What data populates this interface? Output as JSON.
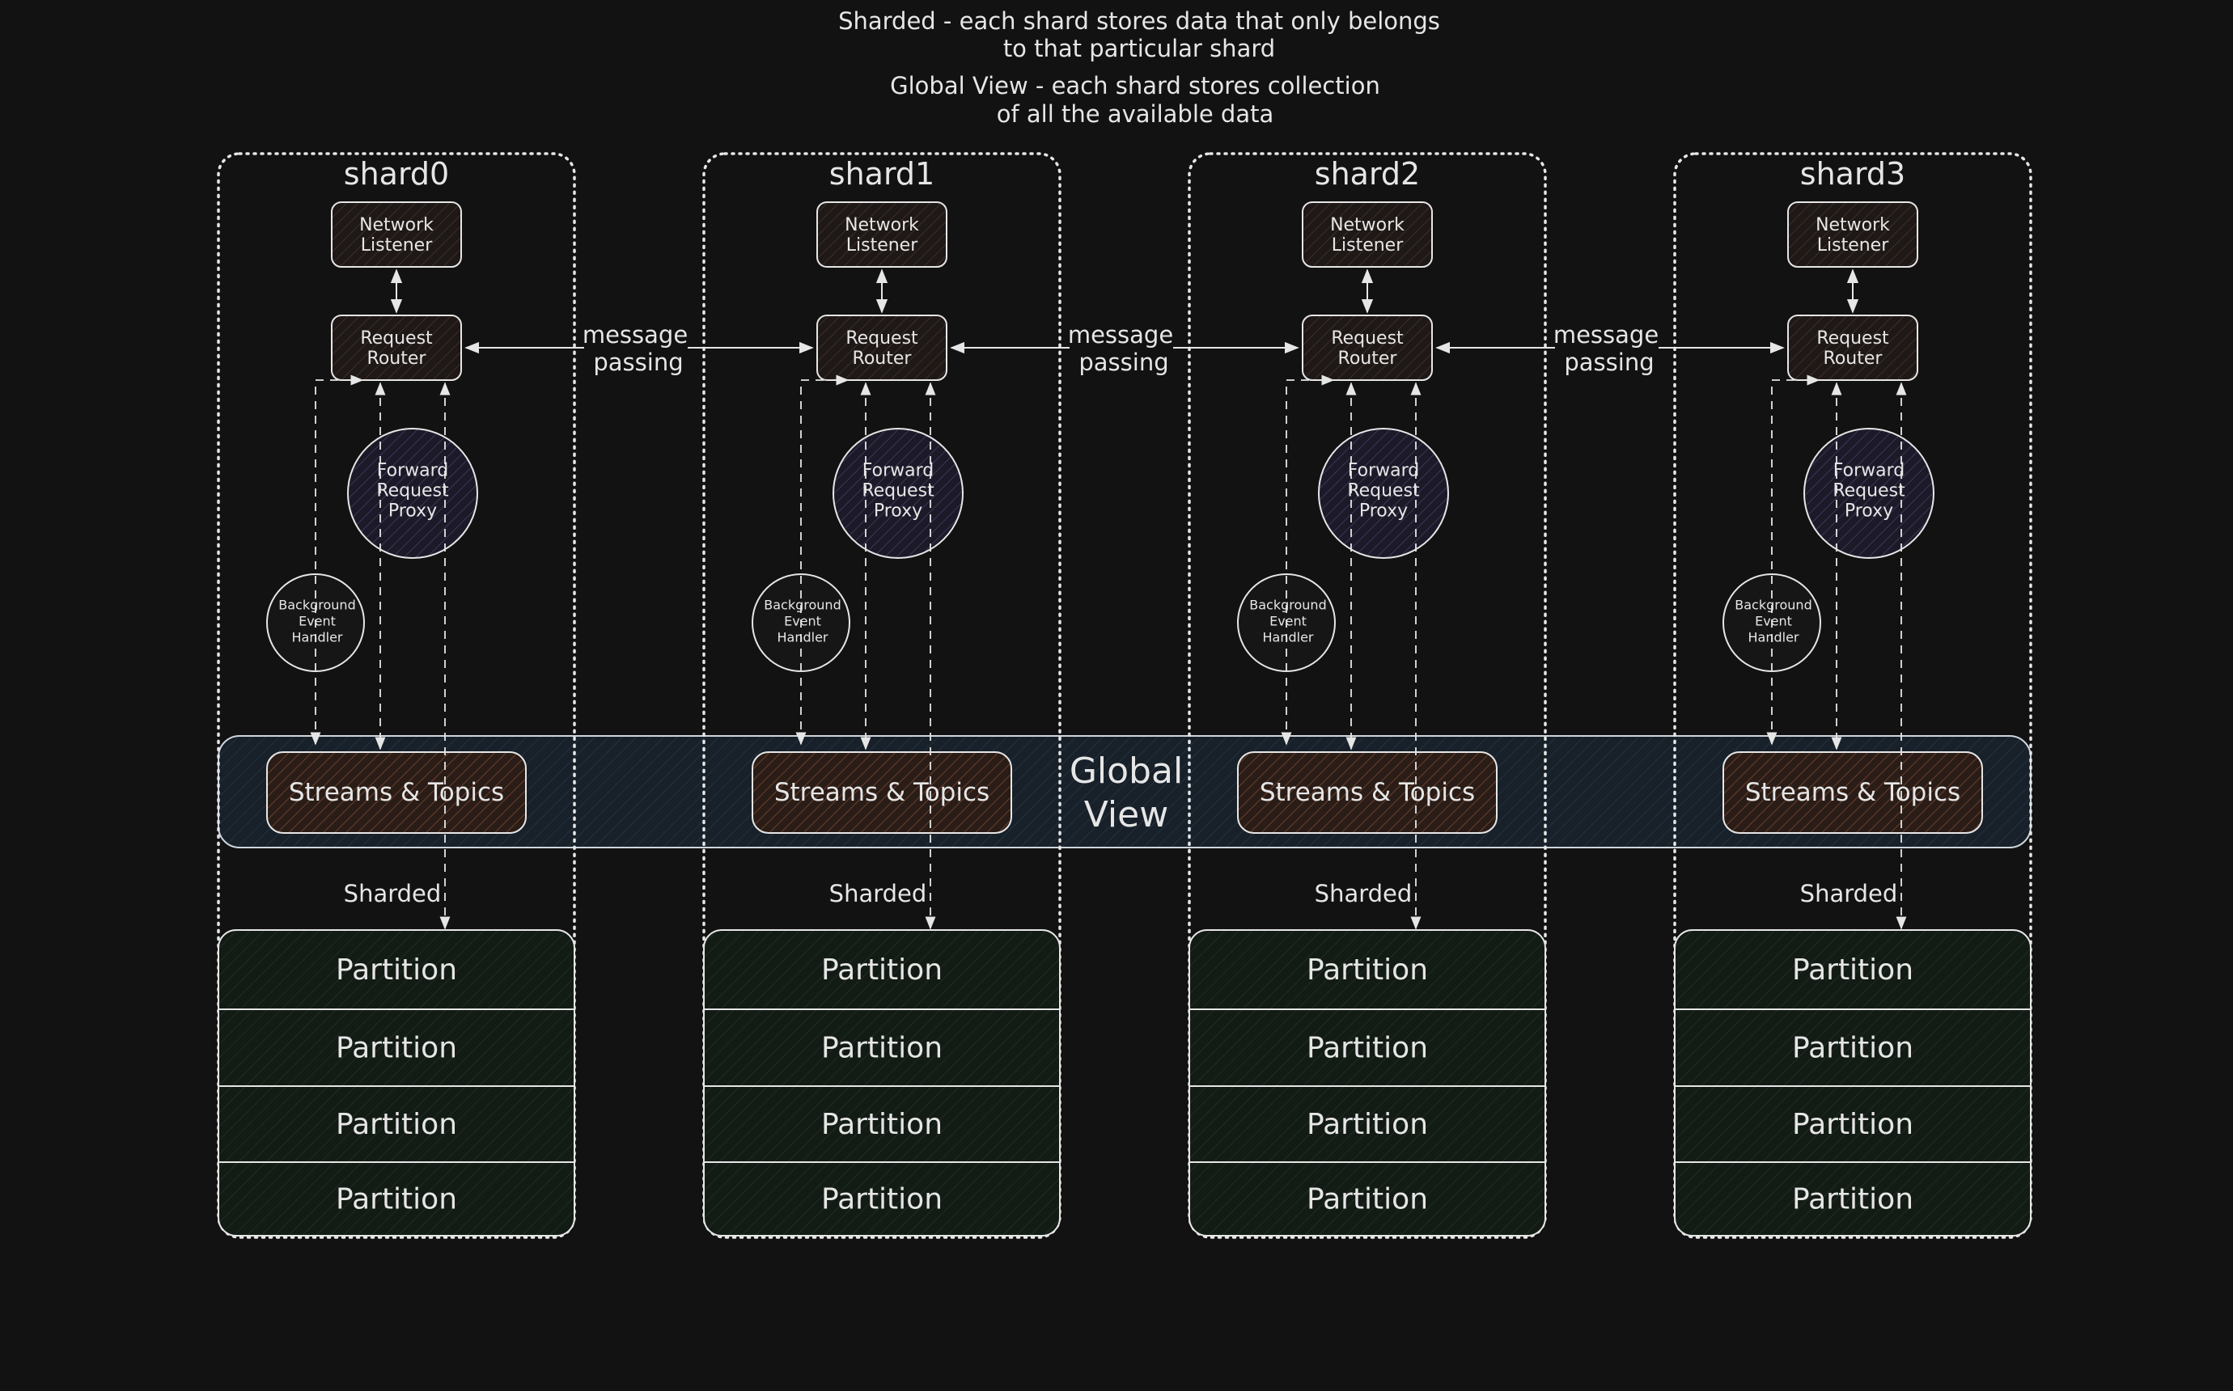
{
  "legend": {
    "sharded_line1": "Sharded - each shard stores data that only belongs",
    "sharded_line2": "to that particular shard",
    "global_line1": "Global View - each shard stores collection",
    "global_line2": "of all the available data"
  },
  "global_view": {
    "line1": "Global",
    "line2": "View"
  },
  "message_passing": {
    "line1": "message",
    "line2": "passing"
  },
  "shards": [
    {
      "name": "shard0",
      "network_listener": [
        "Network",
        "Listener"
      ],
      "request_router": [
        "Request",
        "Router"
      ],
      "forward_proxy": [
        "Forward",
        "Request",
        "Proxy"
      ],
      "background_handler": [
        "Background",
        "Event",
        "Handler"
      ],
      "streams_topics": "Streams & Topics",
      "sharded_label": "Sharded",
      "partitions": [
        "Partition",
        "Partition",
        "Partition",
        "Partition"
      ]
    },
    {
      "name": "shard1",
      "network_listener": [
        "Network",
        "Listener"
      ],
      "request_router": [
        "Request",
        "Router"
      ],
      "forward_proxy": [
        "Forward",
        "Request",
        "Proxy"
      ],
      "background_handler": [
        "Background",
        "Event",
        "Handler"
      ],
      "streams_topics": "Streams & Topics",
      "sharded_label": "Sharded",
      "partitions": [
        "Partition",
        "Partition",
        "Partition",
        "Partition"
      ]
    },
    {
      "name": "shard2",
      "network_listener": [
        "Network",
        "Listener"
      ],
      "request_router": [
        "Request",
        "Router"
      ],
      "forward_proxy": [
        "Forward",
        "Request",
        "Proxy"
      ],
      "background_handler": [
        "Background",
        "Event",
        "Handler"
      ],
      "streams_topics": "Streams & Topics",
      "sharded_label": "Sharded",
      "partitions": [
        "Partition",
        "Partition",
        "Partition",
        "Partition"
      ]
    },
    {
      "name": "shard3",
      "network_listener": [
        "Network",
        "Listener"
      ],
      "request_router": [
        "Request",
        "Router"
      ],
      "forward_proxy": [
        "Forward",
        "Request",
        "Proxy"
      ],
      "background_handler": [
        "Background",
        "Event",
        "Handler"
      ],
      "streams_topics": "Streams & Topics",
      "sharded_label": "Sharded",
      "partitions": [
        "Partition",
        "Partition",
        "Partition",
        "Partition"
      ]
    }
  ],
  "colors": {
    "background": "#121212",
    "stroke": "#e6e6e6",
    "node_fill": "#231c1a",
    "proxy_fill": "#1f1c2e",
    "streams_fill": "#2a1d17",
    "global_fill": "#182029",
    "partition_fill": "#141d16"
  }
}
